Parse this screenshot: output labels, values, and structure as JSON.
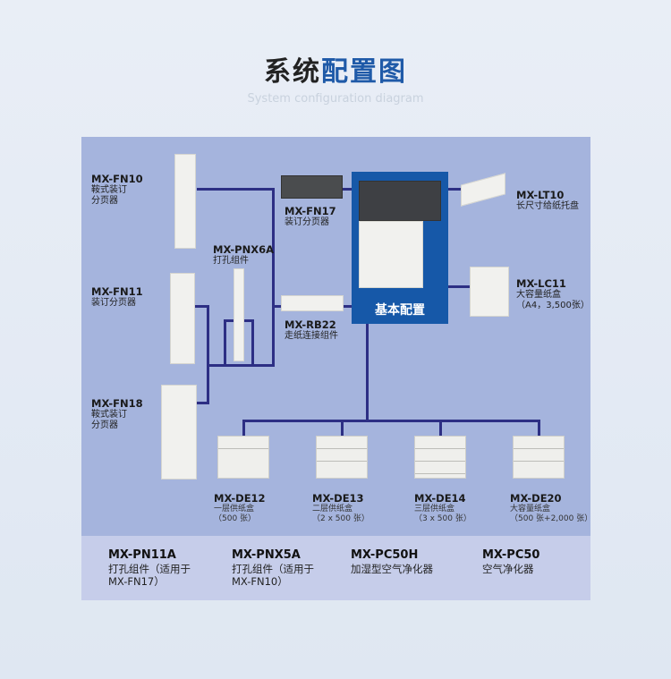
{
  "title": {
    "prefix": "系统",
    "highlight": "配置图"
  },
  "subtitle": "System configuration diagram",
  "base": {
    "label": "基本配置"
  },
  "components": {
    "fn10": {
      "model": "MX-FN10",
      "desc1": "鞍式装订",
      "desc2": "分页器"
    },
    "fn11": {
      "model": "MX-FN11",
      "desc1": "装订分页器"
    },
    "fn18": {
      "model": "MX-FN18",
      "desc1": "鞍式装订",
      "desc2": "分页器"
    },
    "pnx6a": {
      "model": "MX-PNX6A",
      "desc1": "打孔组件"
    },
    "fn17": {
      "model": "MX-FN17",
      "desc1": "装订分页器"
    },
    "rb22": {
      "model": "MX-RB22",
      "desc1": "走纸连接组件"
    },
    "lt10": {
      "model": "MX-LT10",
      "desc1": "长尺寸给纸托盘"
    },
    "lc11": {
      "model": "MX-LC11",
      "desc1": "大容量纸盒",
      "desc2": "（A4，3,500张）"
    },
    "de12": {
      "model": "MX-DE12",
      "desc1": "一层供纸盒",
      "desc2": "（500 张）"
    },
    "de13": {
      "model": "MX-DE13",
      "desc1": "二层供纸盒",
      "desc2": "（2 x 500 张）"
    },
    "de14": {
      "model": "MX-DE14",
      "desc1": "三层供纸盒",
      "desc2": "（3 x 500 张）"
    },
    "de20": {
      "model": "MX-DE20",
      "desc1": "大容量纸盒",
      "desc2": "（500 张+2,000 张）"
    }
  },
  "options": [
    {
      "model": "MX-PN11A",
      "desc1": "打孔组件（适用于",
      "desc2": "MX-FN17）"
    },
    {
      "model": "MX-PNX5A",
      "desc1": "打孔组件（适用于",
      "desc2": "MX-FN10）"
    },
    {
      "model": "MX-PC50H",
      "desc1": "加湿型空气净化器"
    },
    {
      "model": "MX-PC50",
      "desc1": "空气净化器"
    }
  ]
}
